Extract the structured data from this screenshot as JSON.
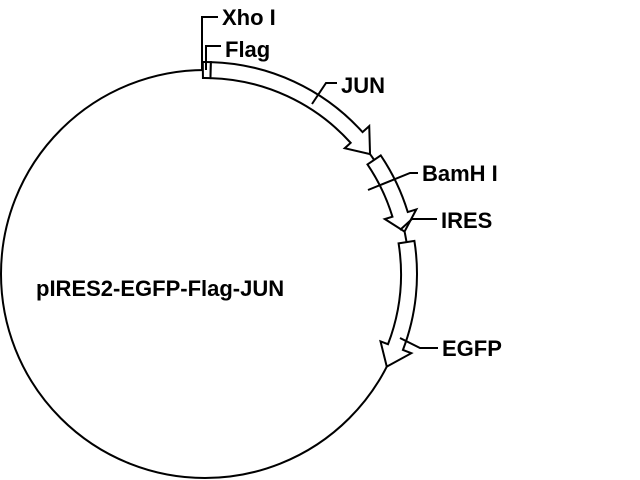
{
  "plasmid": {
    "name": "pIRES2-EGFP-Flag-JUN"
  },
  "features": [
    {
      "id": "flag",
      "label": "Flag"
    },
    {
      "id": "jun",
      "label": "JUN"
    },
    {
      "id": "ires",
      "label": "IRES"
    },
    {
      "id": "egfp",
      "label": "EGFP"
    }
  ],
  "sites": [
    {
      "id": "xho",
      "label": "Xho I"
    },
    {
      "id": "bamh",
      "label": "BamH I"
    }
  ],
  "colors": {
    "line": "#000000",
    "fill": "#ffffff",
    "background": "#ffffff"
  }
}
